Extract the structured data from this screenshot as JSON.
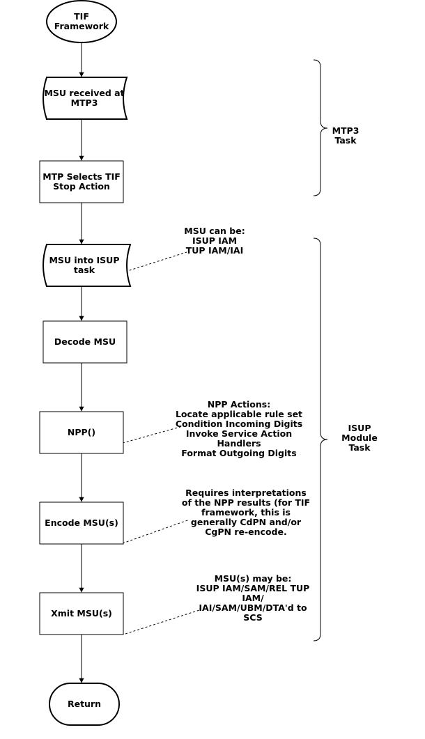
{
  "nodes": {
    "tif_framework": [
      "TIF",
      "Framework"
    ],
    "msu_received": [
      "MSU received at",
      "MTP3"
    ],
    "mtp_selects": [
      "MTP Selects TIF",
      "Stop Action"
    ],
    "msu_into_isup": [
      "MSU into ISUP",
      "task"
    ],
    "decode_msu": [
      "Decode MSU"
    ],
    "npp": [
      "NPP()"
    ],
    "encode_msu": [
      "Encode MSU(s)"
    ],
    "xmit_msu": [
      "Xmit MSU(s)"
    ],
    "return": [
      "Return"
    ]
  },
  "annotations": {
    "msu_can_be": [
      "MSU can be:",
      "ISUP IAM",
      "TUP IAM/IAI"
    ],
    "npp_actions": [
      "NPP Actions:",
      "Locate applicable rule set",
      "Condition Incoming Digits",
      "Invoke Service Action",
      "Handlers",
      "Format Outgoing Digits"
    ],
    "requires": [
      "Requires interpretations",
      "of the NPP results (for TIF",
      "framework, this is",
      "generally CdPN and/or",
      "CgPN re-encode."
    ],
    "msu_may_be": [
      "MSU(s) may be:",
      "ISUP IAM/SAM/REL TUP",
      "IAM/",
      "IAI/SAM/UBM/DTA'd to",
      "SCS"
    ]
  },
  "groups": {
    "mtp3_task": [
      "MTP3",
      "Task"
    ],
    "isup_module_task": [
      "ISUP",
      "Module",
      "Task"
    ]
  },
  "colors": {
    "stroke": "#000000",
    "fill": "#ffffff",
    "text": "#000000"
  }
}
